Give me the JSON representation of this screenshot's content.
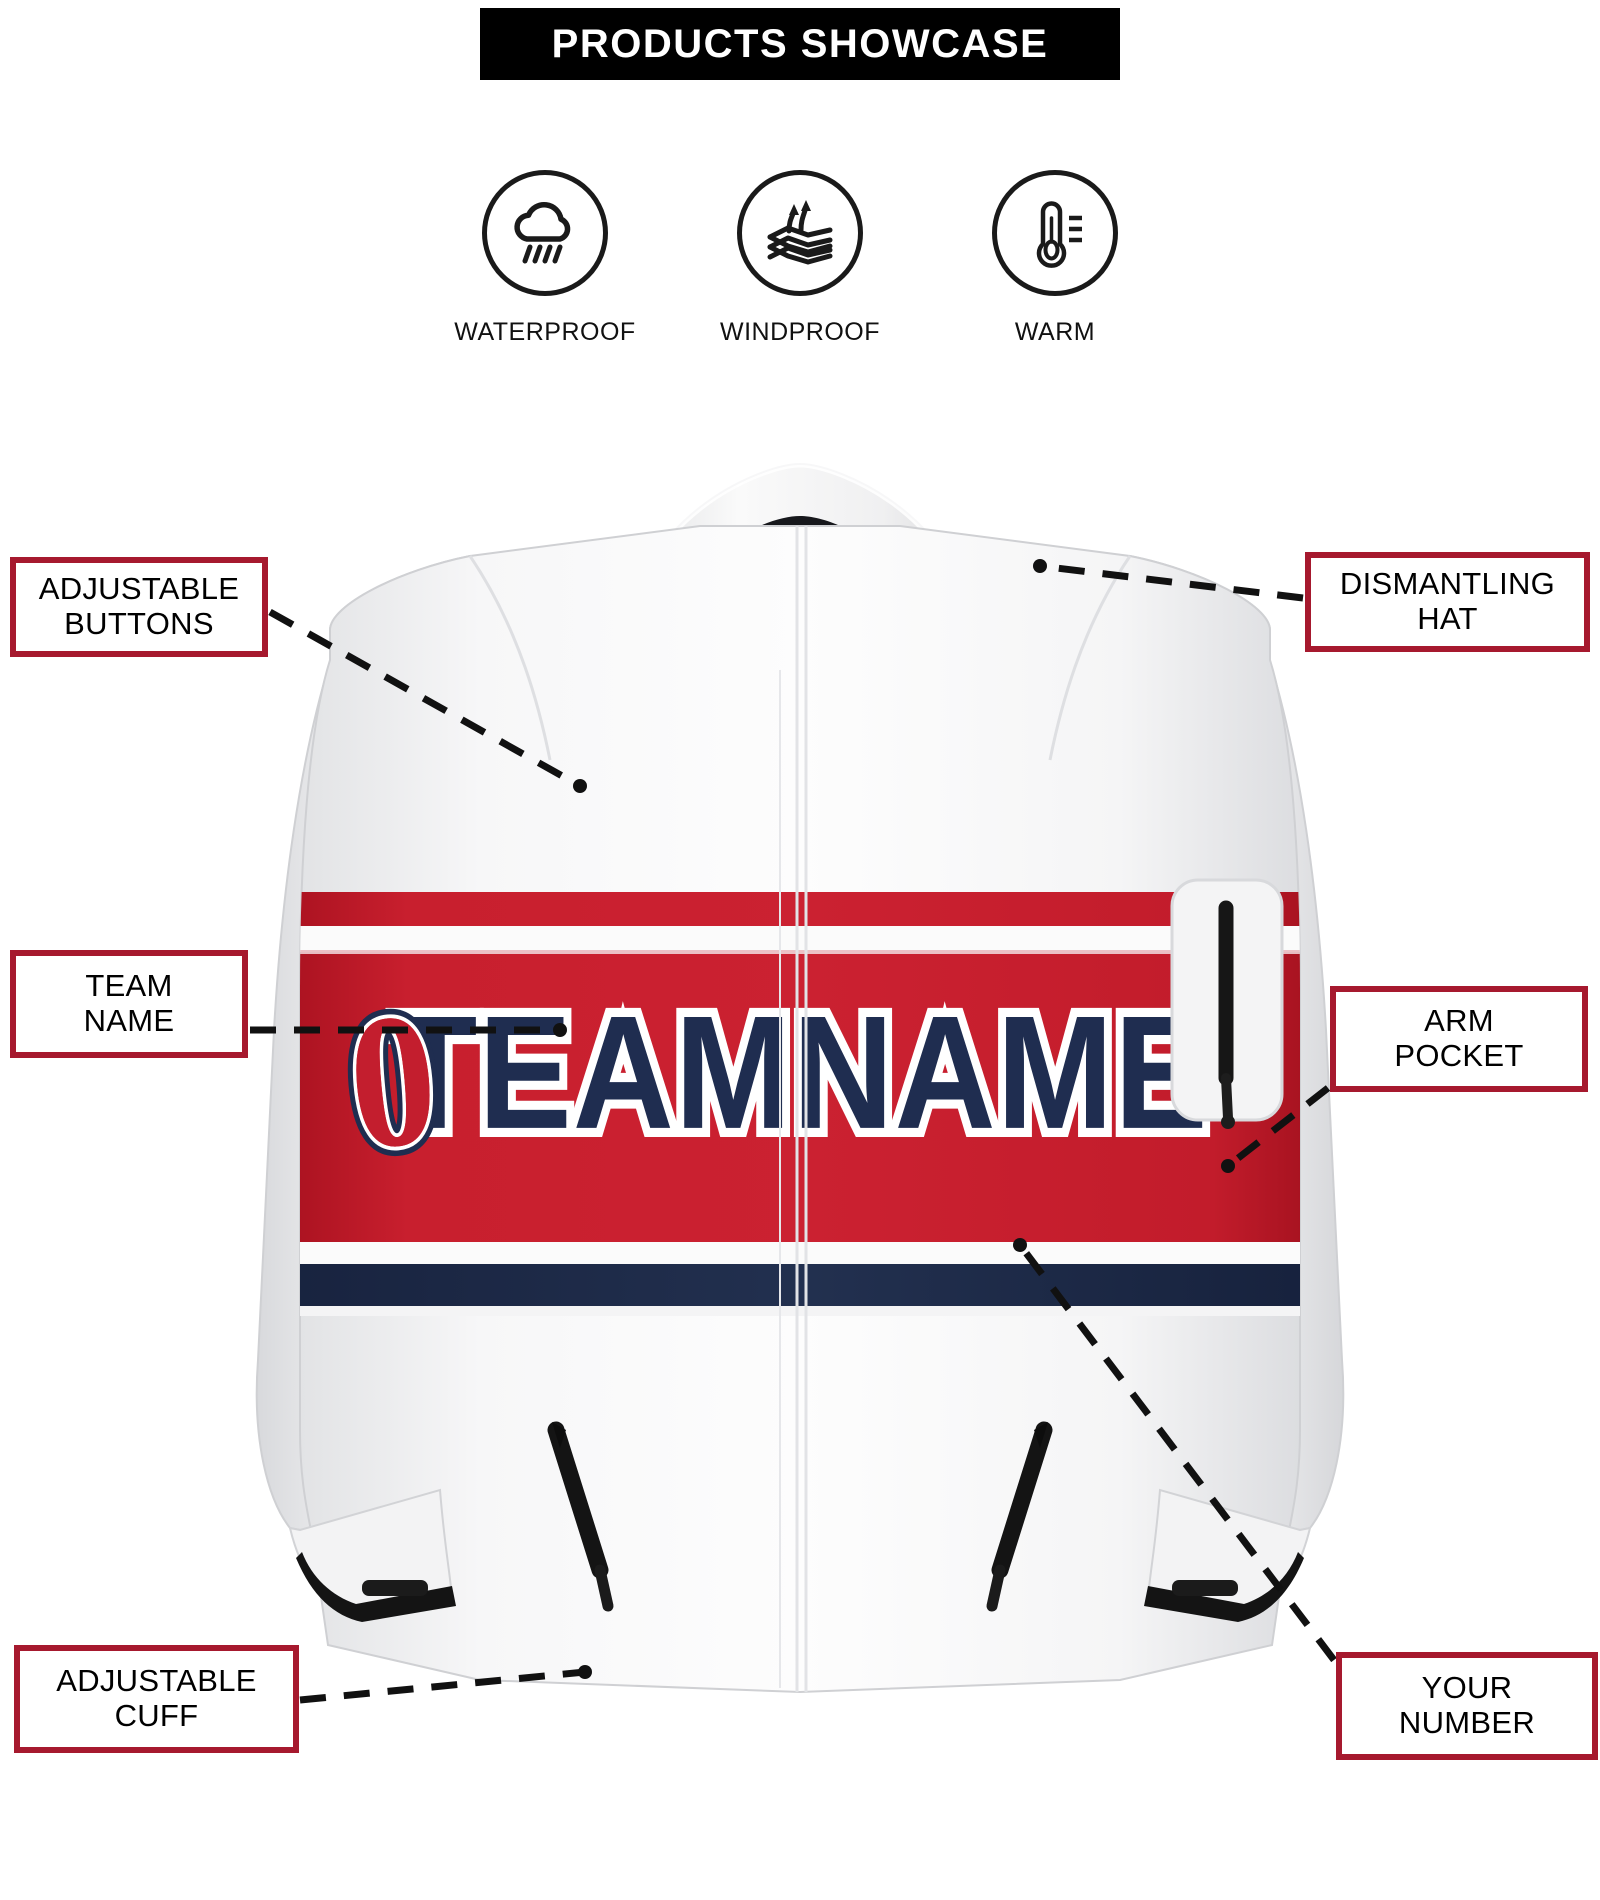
{
  "header": {
    "title": "PRODUCTS SHOWCASE",
    "background": "#000000",
    "text_color": "#ffffff"
  },
  "features": [
    {
      "label": "WATERPROOF",
      "icon": "rain-cloud-icon"
    },
    {
      "label": "WINDPROOF",
      "icon": "fabric-layers-icon"
    },
    {
      "label": "WARM",
      "icon": "thermometer-icon"
    }
  ],
  "callouts": [
    {
      "id": "adjustable-buttons",
      "text": "ADJUSTABLE\nBUTTONS",
      "side": "left"
    },
    {
      "id": "dismantling-hat",
      "text": "DISMANTLING\nHAT",
      "side": "right"
    },
    {
      "id": "team-name",
      "text": "TEAM\nNAME",
      "side": "left"
    },
    {
      "id": "arm-pocket",
      "text": "ARM\nPOCKET",
      "side": "right"
    },
    {
      "id": "adjustable-cuff",
      "text": "ADJUSTABLE\nCUFF",
      "side": "left"
    },
    {
      "id": "your-number",
      "text": "YOUR\nNUMBER",
      "side": "right"
    }
  ],
  "product": {
    "type": "hooded jacket",
    "team_name_text": "TEAMNAME",
    "sleeve_number": "0",
    "colors": {
      "body": "#f2f2f2",
      "accent_red": "#C31E2E",
      "accent_navy": "#1F2D50",
      "trim_white": "#ffffff",
      "hood_lining": "#15161a",
      "zipper_black": "#141414",
      "callout_border": "#A6192E"
    }
  }
}
